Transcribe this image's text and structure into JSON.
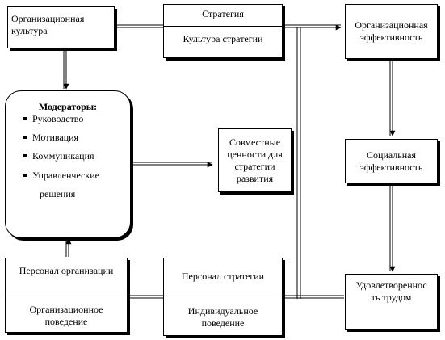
{
  "boxes": {
    "org_culture": "Организационная\nкультура",
    "strategy_top": "Стратегия",
    "strategy_bottom": "Культура стратегии",
    "org_eff": "Организационная\nэффективность",
    "moderators_title": "Модераторы:",
    "moderators_items": [
      "Руководство",
      "Мотивация",
      "Коммуникация",
      "Управленческие",
      "решения"
    ],
    "shared_values": "Совместные\nценности для\nстратегии\nразвития",
    "social_eff": "Социальная\nэффективность",
    "org_personnel_top": "Персонал организации",
    "org_personnel_bottom": "Организационное\nповедение",
    "strat_personnel_top": "Персонал стратегии",
    "strat_personnel_bottom": "Индивидуальное\nповедение",
    "satisfaction": "Удовлетвореннос\nть трудом"
  }
}
